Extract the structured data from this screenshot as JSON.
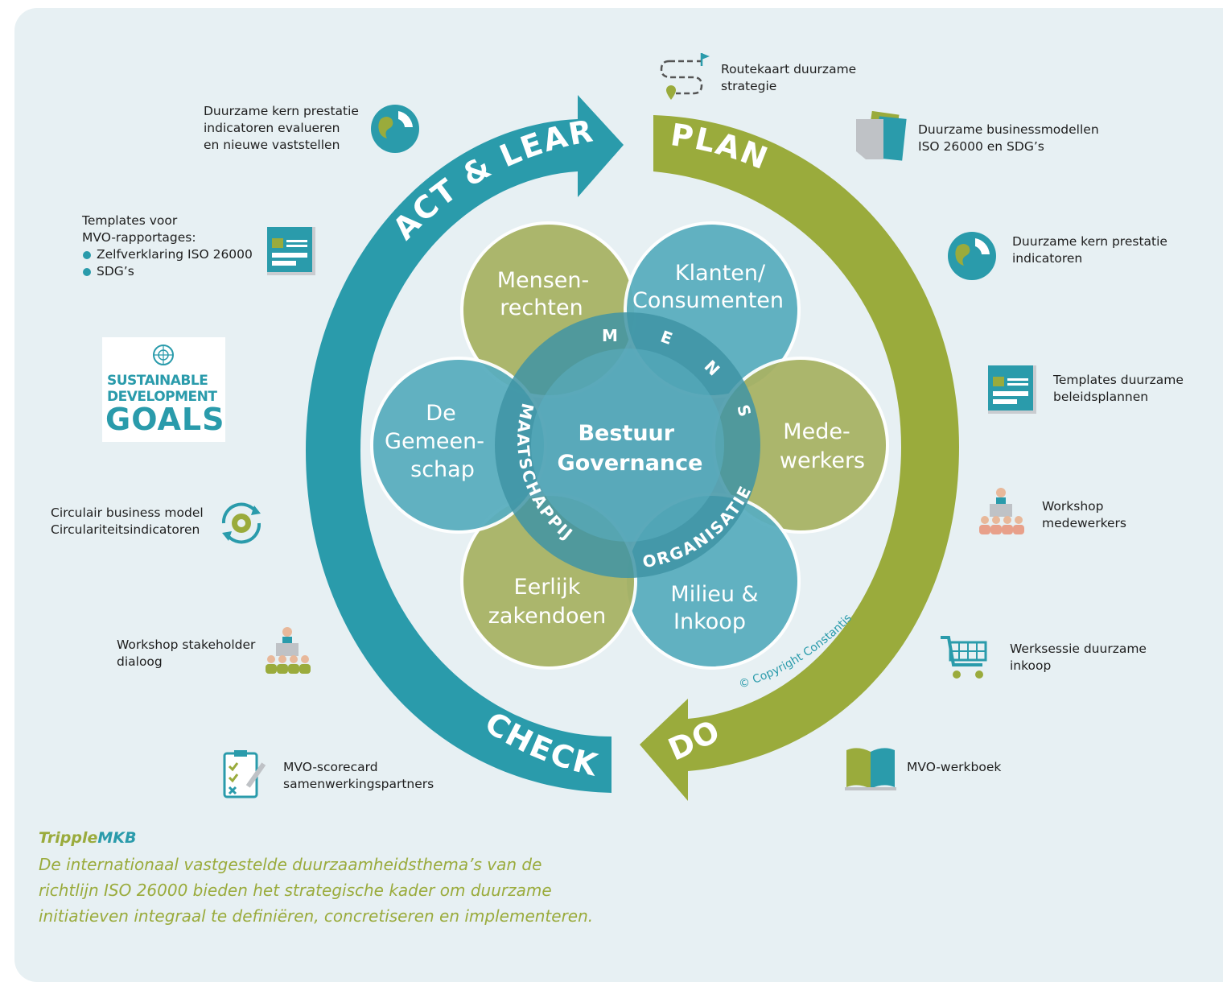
{
  "cycle": {
    "plan": "PLAN",
    "do": "DO",
    "check": "CHECK",
    "act_learn": "ACT & LEARN"
  },
  "center": {
    "line1": "Bestuur",
    "line2": "Governance"
  },
  "circles": {
    "mensenrechten": [
      "Mensen-",
      "rechten"
    ],
    "klanten": [
      "Klanten/",
      "Consumenten"
    ],
    "medewerkers": [
      "Mede-",
      "werkers"
    ],
    "milieu": [
      "Milieu &",
      "Inkoop"
    ],
    "eerlijk": [
      "Eerlijk",
      "zakendoen"
    ],
    "gemeenschap": [
      "De",
      "Gemeen-",
      "schap"
    ]
  },
  "ring_words": {
    "mens": [
      "M",
      "E",
      "N",
      "S"
    ],
    "organisatie": [
      "O",
      "R",
      "G",
      "A",
      "N",
      "I",
      "S",
      "A",
      "T",
      "I",
      "E"
    ],
    "maatschappij": [
      "M",
      "A",
      "A",
      "T",
      "S",
      "C",
      "H",
      "A",
      "P",
      "P",
      "I",
      "J"
    ]
  },
  "copyright": "© Copyright Constantis",
  "left_items": {
    "kpi_eval": [
      "Duurzame kern prestatie",
      "indicatoren evalueren",
      "en nieuwe vaststellen"
    ],
    "templates_rapport": {
      "lines": [
        "Templates voor",
        "MVO-rapportages:"
      ],
      "bullets": [
        "Zelfverklaring ISO 26000",
        "SDG’s"
      ]
    },
    "sdg_logo": {
      "line1": "SUSTAINABLE",
      "line2": "DEVELOPMENT",
      "line3": "GOALS"
    },
    "circulair": [
      "Circulair business model",
      "Circulariteitsindicatoren"
    ],
    "workshop_stakeholder": [
      "Workshop stakeholder",
      "dialoog"
    ],
    "scorecard": [
      "MVO-scorecard",
      "samenwerkingspartners"
    ]
  },
  "right_items": {
    "routekaart": [
      "Routekaart duurzame",
      "strategie"
    ],
    "businessmodellen": [
      "Duurzame businessmodellen",
      "ISO 26000 en SDG’s"
    ],
    "kpi": [
      "Duurzame kern prestatie",
      "indicatoren"
    ],
    "templates_beleid": [
      "Templates duurzame",
      "beleidsplannen"
    ],
    "workshop_medewerkers": [
      "Workshop",
      "medewerkers"
    ],
    "werksessie": [
      "Werksessie duurzame",
      "inkoop"
    ],
    "werkboek": [
      "MVO-werkboek"
    ]
  },
  "footer": {
    "brand_part1": "Tripple",
    "brand_part2": "MKB",
    "description": "De internationaal vastgestelde duurzaamheidsthema’s van de richtlijn ISO 26000 bieden het strategische kader om duurzame initiatieven integraal te definiëren, concretiseren en implementeren."
  },
  "colors": {
    "teal": "#2a9bab",
    "olive": "#9aab3c",
    "teal_circle": "#5aaebf",
    "olive_circle": "#a8b365",
    "background": "#e7f0f3"
  }
}
